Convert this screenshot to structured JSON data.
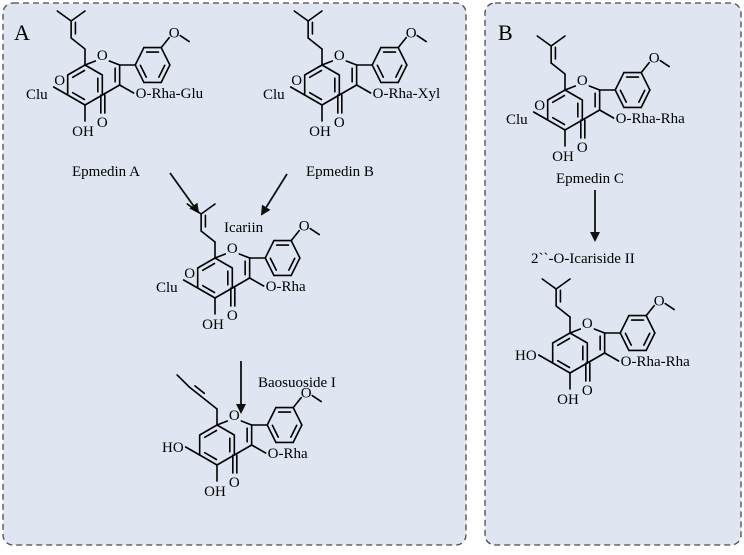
{
  "panels": [
    {
      "label": "A",
      "compounds": [
        {
          "name": "Epmedin A",
          "R7": "Clu",
          "R3": "O-Rha-Glu"
        },
        {
          "name": "Epmedin B",
          "R7": "Clu",
          "R3": "O-Rha-Xyl"
        },
        {
          "name": "Icariin",
          "R7": "Clu",
          "R3": "O-Rha"
        },
        {
          "name": "Baosuoside I",
          "R7": "HO",
          "R3": "O-Rha"
        }
      ]
    },
    {
      "label": "B",
      "compounds": [
        {
          "name": "Epmedin C",
          "R7": "Clu",
          "R3": "O-Rha-Rha"
        },
        {
          "name": "2``-O-Icariside II",
          "R7": "HO",
          "R3": "O-Rha-Rha"
        }
      ]
    }
  ],
  "atoms": {
    "oh": "OH",
    "o": "O"
  },
  "colors": {
    "panel_bg": "#dfe6f1",
    "panel_border": "#4a4a4a",
    "ink": "#000000"
  }
}
